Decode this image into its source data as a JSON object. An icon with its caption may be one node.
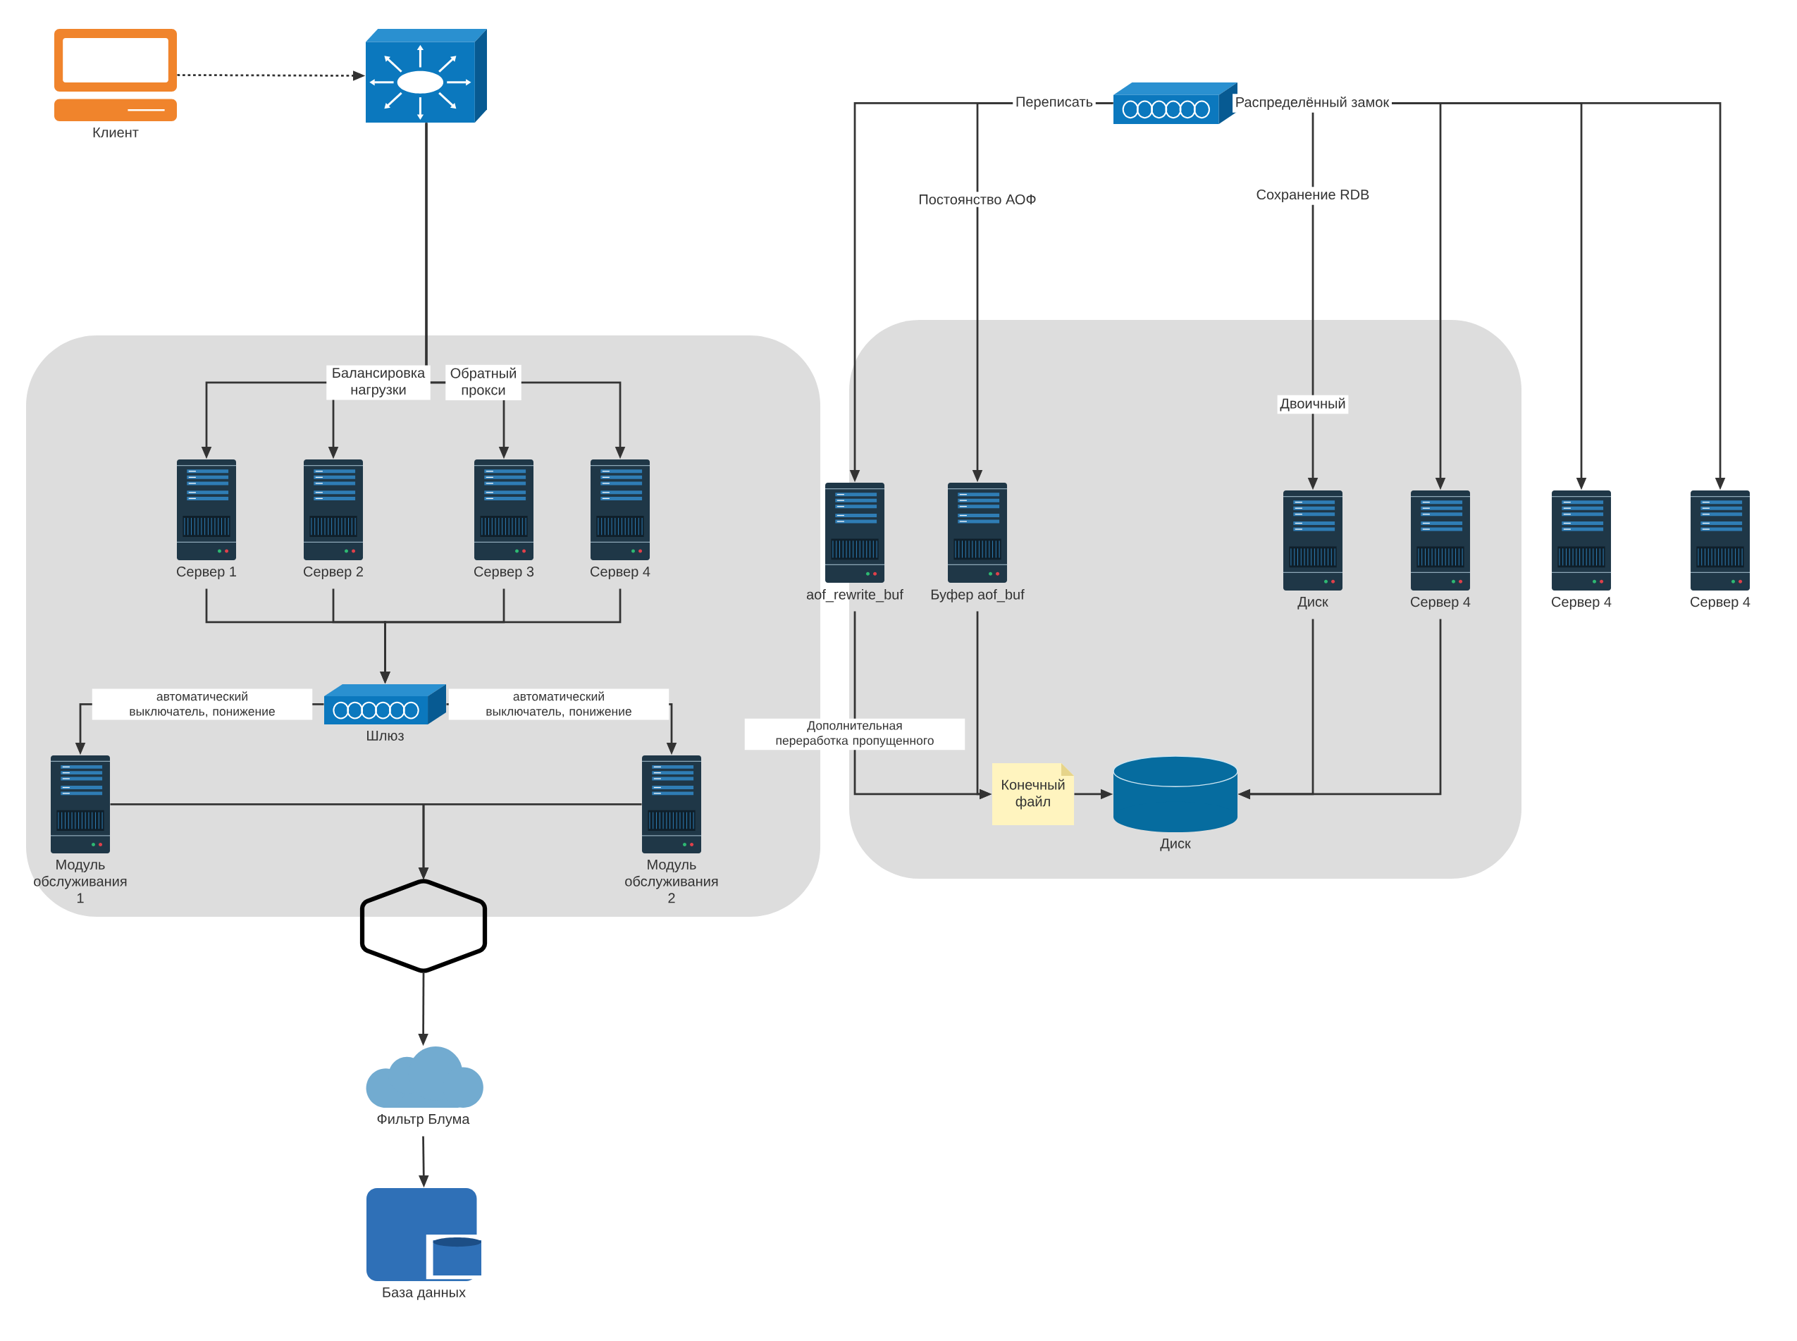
{
  "diagram": {
    "nodes": [
      {
        "text": [],
        "shape": "box"
      },
      {
        "text": [],
        "shape": "box"
      },
      {
        "text": [
          "Клиент"
        ]
      },
      {
        "text": [],
        "shape": "picture"
      },
      {
        "text": [],
        "shape": "picture"
      },
      {
        "text": [
          "Сервер 1"
        ],
        "in": 0
      },
      {
        "text": [
          "Сервер 2"
        ],
        "in": 0
      },
      {
        "text": [
          "Сервер 3"
        ],
        "in": 0
      },
      {
        "text": [
          "Сервер 4"
        ],
        "in": 0
      },
      {
        "text": [
          "Шлюз"
        ],
        "in": 0
      },
      {
        "text": [
          "Модуль обслуживания 1"
        ],
        "in": 0
      },
      {
        "text": [
          "Модуль обслуживания 2"
        ],
        "in": 0
      },
      {
        "text": [],
        "shape": "hexagon"
      },
      {
        "text": [
          "Фильтр Блума"
        ]
      },
      {
        "text": [
          "База данных"
        ]
      },
      {
        "text": [
          "aof_rewrite_buf"
        ],
        "in": 1
      },
      {
        "text": [
          "Буфер aof_buf"
        ],
        "in": 1
      },
      {
        "text": [
          "Диск"
        ],
        "in": 1
      },
      {
        "text": [
          "Сервер 4"
        ],
        "in": 1
      },
      {
        "text": [
          "Конечный файл"
        ],
        "in": 1
      },
      {
        "text": [
          "Диск"
        ],
        "in": 1
      },
      {
        "text": [
          "Сервер 4"
        ]
      },
      {
        "text": [
          "Сервер 4"
        ]
      }
    ],
    "edges": [
      {
        "from": 2,
        "to": 3,
        "arrow": "to",
        "style": "dashed"
      },
      {
        "from": 3,
        "to": 5,
        "arrow": "to"
      },
      {
        "from": 3,
        "to": 6,
        "arrow": "to",
        "label": "Балансировка нагрузки"
      },
      {
        "from": 3,
        "to": 7,
        "arrow": "to",
        "label": "Обратный прокси"
      },
      {
        "from": 3,
        "to": 8,
        "arrow": "to"
      },
      {
        "from": 5,
        "to": 9,
        "arrow": "to"
      },
      {
        "from": 6,
        "to": 9,
        "arrow": "to"
      },
      {
        "from": 7,
        "to": 9,
        "arrow": "to"
      },
      {
        "from": 8,
        "to": 9,
        "arrow": "to"
      },
      {
        "from": 9,
        "to": 10,
        "arrow": "to",
        "label": "автоматический выключатель, понижение"
      },
      {
        "from": 9,
        "to": 11,
        "arrow": "to",
        "label": "автоматический выключатель, понижение"
      },
      {
        "from": 10,
        "to": 12,
        "arrow": "to"
      },
      {
        "from": 11,
        "to": 12,
        "arrow": "to"
      },
      {
        "from": 12,
        "to": 13,
        "arrow": "to"
      },
      {
        "from": 13,
        "to": 14,
        "arrow": "to"
      },
      {
        "from": 4,
        "to": 15,
        "arrow": "to",
        "label": "Переписать"
      },
      {
        "from": 4,
        "to": 16,
        "arrow": "to",
        "label": "Постоянство АОФ"
      },
      {
        "from": 4,
        "to": 17,
        "arrow": "to",
        "label": "Сохранение RDB"
      },
      {
        "from": 4,
        "to": 18,
        "arrow": "to",
        "label": "Распределённый замок"
      },
      {
        "from": 4,
        "to": 21,
        "arrow": "to"
      },
      {
        "from": 4,
        "to": 22,
        "arrow": "to"
      },
      {
        "from": 15,
        "to": 19,
        "arrow": "to",
        "label": "Дополнительная переработка пропущенного"
      },
      {
        "from": 16,
        "to": 19,
        "arrow": "to"
      },
      {
        "from": 19,
        "to": 20,
        "arrow": "to"
      },
      {
        "from": 17,
        "to": 20,
        "arrow": "to"
      },
      {
        "from": 18,
        "to": 20,
        "arrow": "to"
      }
    ],
    "labels": [
      "Двоичный"
    ]
  }
}
